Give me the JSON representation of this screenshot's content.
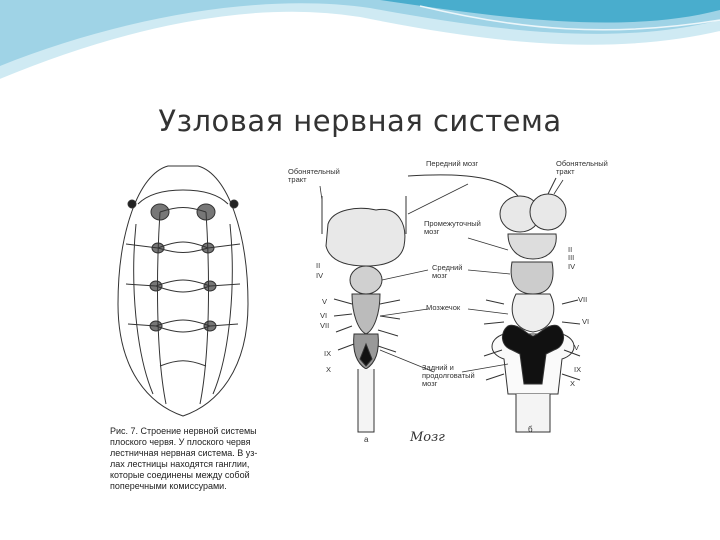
{
  "slide": {
    "title": "Узловая нервная система",
    "header_colors": {
      "light": "#cfeaf3",
      "mid": "#9fd3e6",
      "dark": "#3aa6c8"
    }
  },
  "figure": {
    "caption": "Рис. 7. Строение нервной системы\nплоского червя. У плоского червя\nлестничная нервная система. В уз-\nлах лестницы находятся ганглии,\nкоторые соединены между собой\nпоперечными комиссурами.",
    "labels": {
      "olfactory_left": "Обонятельный\nтракт",
      "forebrain": "Передний мозг",
      "olfactory_right": "Обонятельный\nтракт",
      "intermediate_brain": "Промежуточный\nмозг",
      "midbrain": "Средний\nмозг",
      "cerebellum": "Мозжечок",
      "medulla": "Задний и\nпродолговатый\nмозг",
      "sign_a": "а",
      "sign_b": "б",
      "signature": "Мозг",
      "left_roman": [
        "II",
        "IV",
        "V",
        "VI",
        "VII",
        "IX",
        "X"
      ],
      "right_roman": [
        "II",
        "III",
        "IV",
        "VII",
        "VI",
        "V",
        "IX",
        "X"
      ]
    }
  }
}
